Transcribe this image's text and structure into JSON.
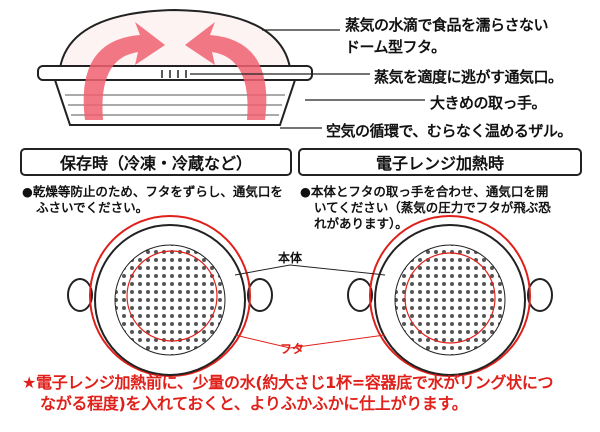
{
  "callouts": {
    "dome_line1": "蒸気の水滴で食品を濡らさない",
    "dome_line2": "ドーム型フタ。",
    "vent": "蒸気を適度に逃がす通気口。",
    "handle": "大きめの取っ手。",
    "colander": "空気の循環で、むらなく温めるザル。"
  },
  "sections": {
    "storage": {
      "title": "保存時（冷凍・冷蔵など）",
      "text_line1": "●乾燥等防止のため、フタをずらし、通気口を",
      "text_line2": "ふさいでください。"
    },
    "microwave": {
      "title": "電子レンジ加熱時",
      "text_line1": "●本体とフタの取っ手を合わせ、通気口を開",
      "text_line2": "いてください（蒸気の圧力でフタが飛ぶ恐",
      "text_line3": "れがあります）。"
    }
  },
  "diagram_labels": {
    "body": "本体",
    "lid": "フタ"
  },
  "note": {
    "line1": "★電子レンジ加熱前に、少量の水(約大さじ1杯=容器底で水がリング状につ",
    "line2": "ながる程度)を入れておくと、よりふかふかに仕上がります。"
  },
  "colors": {
    "accent_red": "#e0201a",
    "arrow_pink": "#f06070"
  }
}
